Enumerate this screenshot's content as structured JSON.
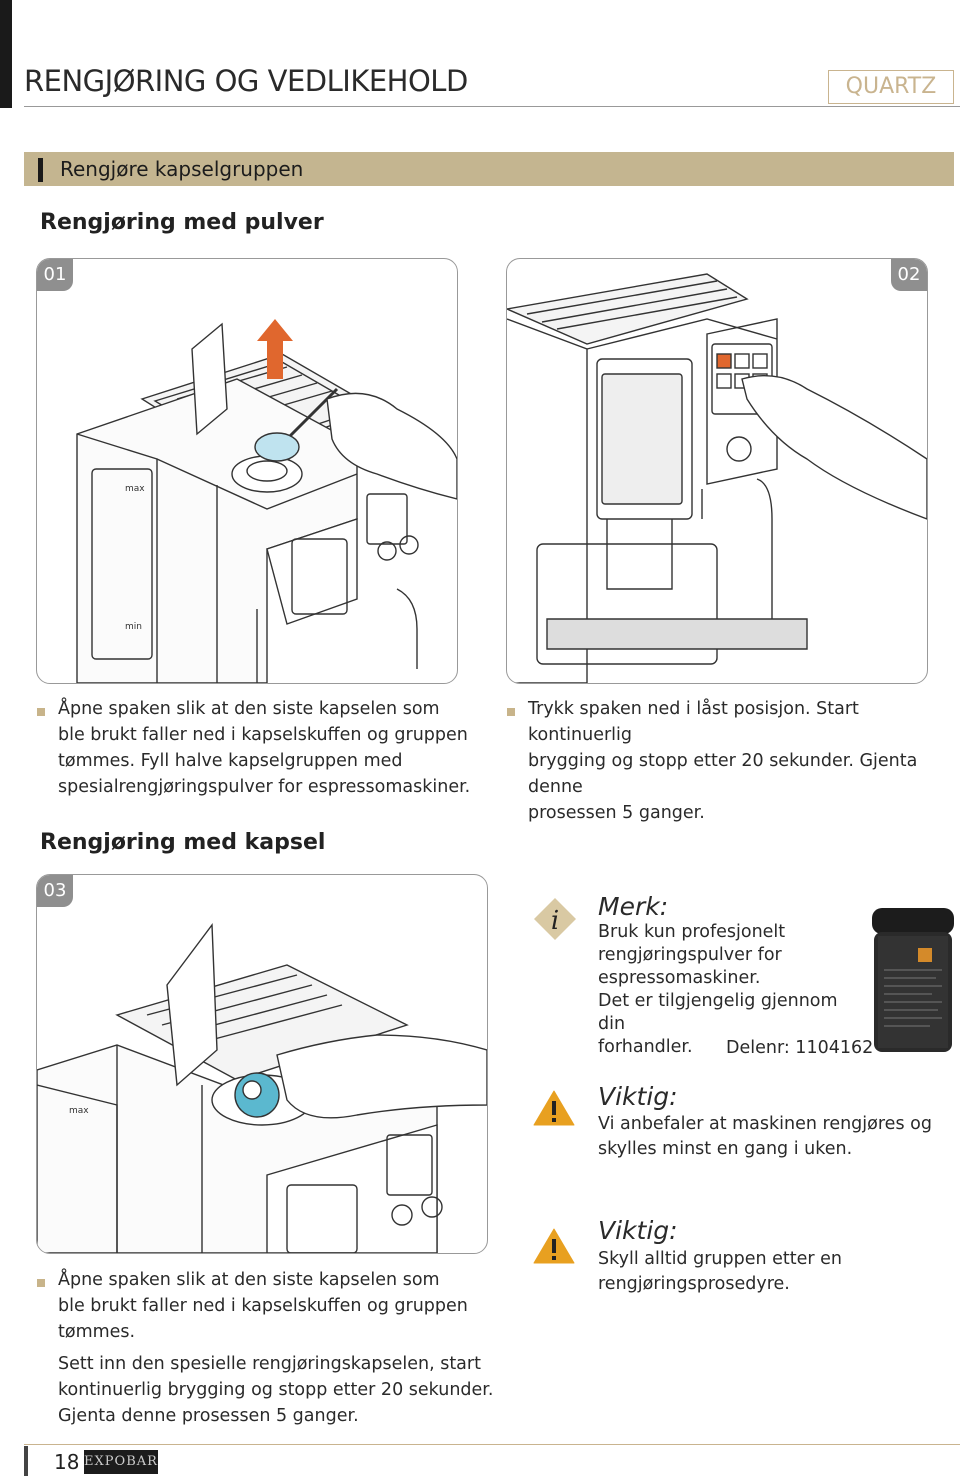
{
  "header": {
    "title": "RENGJØRING OG VEDLIKEHOLD",
    "brand": "QUARTZ"
  },
  "section": {
    "title": "Rengjøre kapselgruppen"
  },
  "powder": {
    "heading": "Rengjøring med pulver",
    "step1": {
      "number": "01",
      "text": "Åpne spaken slik at den siste kapselen som ble brukt faller ned i kapselskuffen og gruppen tømmes. Fyll halve kapselgruppen med spesialrengjøringspulver for espressomaskiner.",
      "lines": [
        "Åpne spaken slik at den siste kapselen som",
        "ble brukt faller ned i kapselskuffen og gruppen",
        "tømmes. Fyll halve kapselgruppen med",
        "spesialrengjøringspulver for espressomaskiner."
      ]
    },
    "step2": {
      "number": "02",
      "lines": [
        "Trykk spaken ned i låst posisjon. Start kontinuerlig",
        "brygging og stopp etter 20 sekunder. Gjenta denne",
        "prosessen 5 ganger."
      ]
    },
    "labels": {
      "max": "max",
      "min": "min"
    }
  },
  "capsule": {
    "heading": "Rengjøring med kapsel",
    "step3": {
      "number": "03",
      "lines1": [
        "Åpne spaken slik at den siste kapselen som",
        "ble brukt faller ned i kapselskuffen og gruppen",
        "tømmes."
      ],
      "lines2": [
        "Sett inn den spesielle rengjøringskapselen, start",
        "kontinuerlig brygging og stopp etter 20  sekunder.",
        "Gjenta denne prosessen 5 ganger."
      ]
    }
  },
  "notes": {
    "merk": {
      "title": "Merk:",
      "lines": [
        "Bruk kun profesjonelt",
        "rengjøringspulver for",
        "espressomaskiner.",
        "Det er tilgjengelig gjennom din",
        "forhandler."
      ],
      "part": "Delenr: 1104162"
    },
    "viktig1": {
      "title": "Viktig:",
      "lines": [
        "Vi anbefaler at maskinen rengjøres og",
        "skylles minst en gang i uken."
      ]
    },
    "viktig2": {
      "title": "Viktig:",
      "lines": [
        "Skyll alltid gruppen etter en",
        "rengjøringsprosedyre."
      ]
    }
  },
  "footer": {
    "page": "18",
    "logo": "EXPOBAR"
  },
  "colors": {
    "accent": "#c4b590",
    "brand": "#c9b48f",
    "badge": "#8f8f8f",
    "arrow": "#e0672e",
    "warning": "#e8a020"
  }
}
